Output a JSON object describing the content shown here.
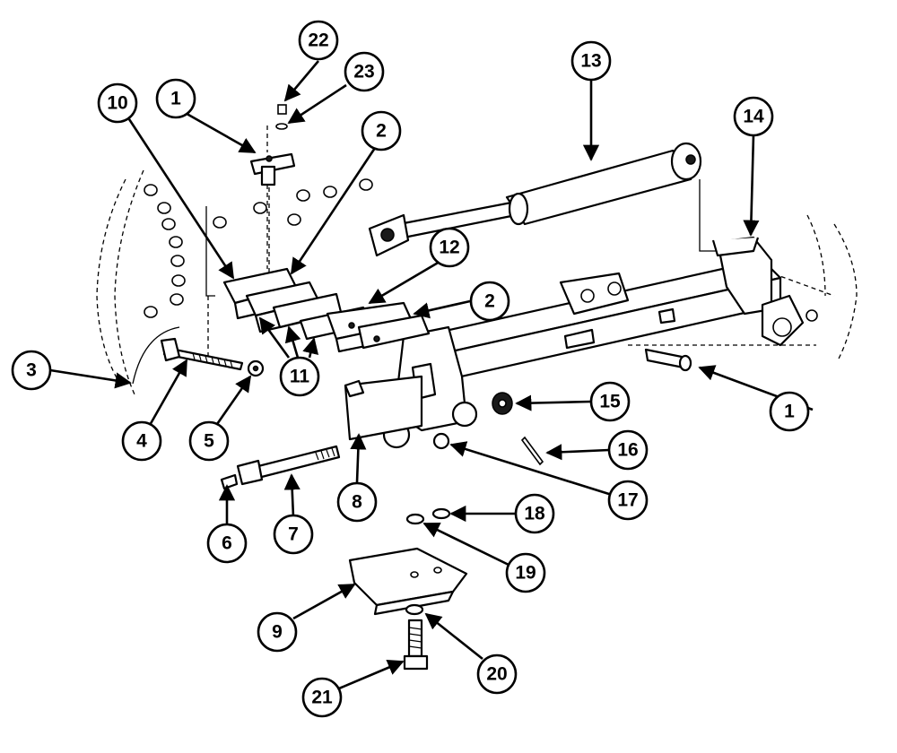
{
  "callouts": [
    {
      "id": "c1a",
      "label": "1"
    },
    {
      "id": "c1b",
      "label": "1"
    },
    {
      "id": "c2a",
      "label": "2"
    },
    {
      "id": "c2b",
      "label": "2"
    },
    {
      "id": "c3",
      "label": "3"
    },
    {
      "id": "c4",
      "label": "4"
    },
    {
      "id": "c5",
      "label": "5"
    },
    {
      "id": "c6",
      "label": "6"
    },
    {
      "id": "c7",
      "label": "7"
    },
    {
      "id": "c8",
      "label": "8"
    },
    {
      "id": "c9",
      "label": "9"
    },
    {
      "id": "c10",
      "label": "10"
    },
    {
      "id": "c11",
      "label": "11"
    },
    {
      "id": "c12",
      "label": "12"
    },
    {
      "id": "c13",
      "label": "13"
    },
    {
      "id": "c14",
      "label": "14"
    },
    {
      "id": "c15",
      "label": "15"
    },
    {
      "id": "c16",
      "label": "16"
    },
    {
      "id": "c17",
      "label": "17"
    },
    {
      "id": "c18",
      "label": "18"
    },
    {
      "id": "c19",
      "label": "19"
    },
    {
      "id": "c20",
      "label": "20"
    },
    {
      "id": "c21",
      "label": "21"
    },
    {
      "id": "c22",
      "label": "22"
    },
    {
      "id": "c23",
      "label": "23"
    }
  ]
}
